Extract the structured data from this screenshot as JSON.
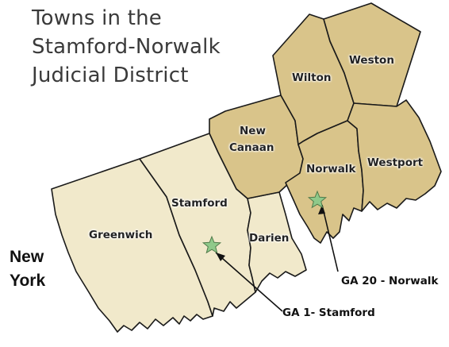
{
  "title": {
    "line1": "Towns in the",
    "line2": "Stamford-Norwalk",
    "line3": "Judicial District"
  },
  "towns": {
    "wilton": "Wilton",
    "weston": "Weston",
    "new_canaan_1": "New",
    "new_canaan_2": "Canaan",
    "norwalk": "Norwalk",
    "westport": "Westport",
    "stamford": "Stamford",
    "greenwich": "Greenwich",
    "darien": "Darien"
  },
  "state": {
    "line1": "New",
    "line2": "York"
  },
  "courthouses": {
    "norwalk": "GA 20 - Norwalk",
    "stamford": "GA 1- Stamford"
  },
  "colors": {
    "dark_region": "#d9c48a",
    "light_region": "#f1e9cb",
    "star": "#8fc98a",
    "border": "#1a1a1a"
  },
  "icons": {
    "courthouse_marker": "star-icon"
  }
}
